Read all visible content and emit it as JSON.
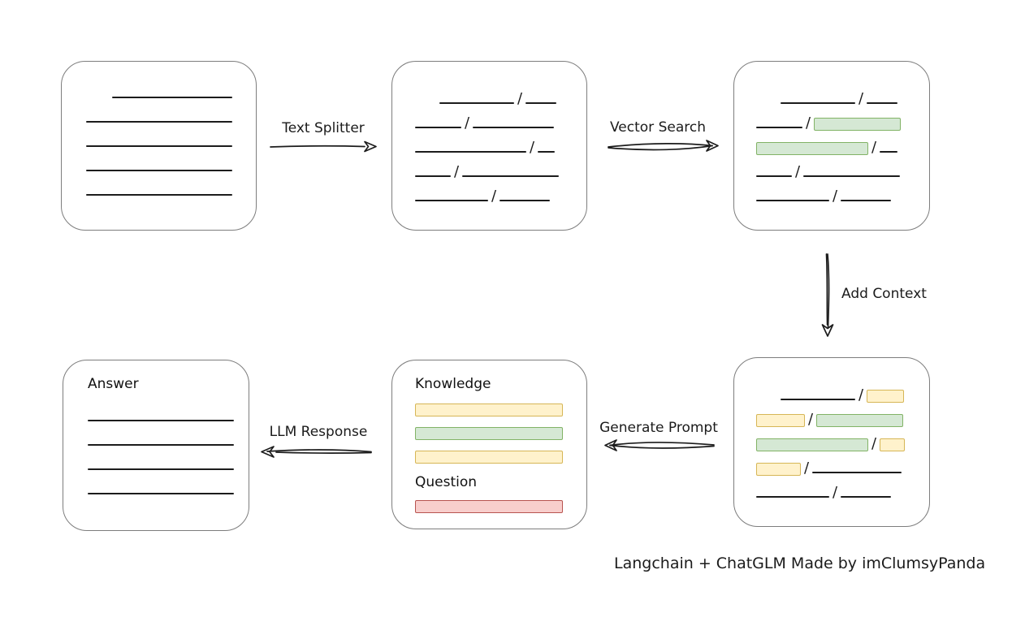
{
  "caption": "Langchain + ChatGLM Made by imClumsyPanda",
  "glyphs": {
    "slash": "/"
  },
  "colors": {
    "green_fill": "#d5e8d4",
    "green_border": "#82b366",
    "yellow_fill": "#fff2cc",
    "yellow_border": "#d6b656",
    "red_fill": "#f8cecc",
    "red_border": "#b85450",
    "box_border": "#7d7d7d",
    "stroke": "#1c1c1c"
  },
  "arrows": {
    "text_splitter": {
      "label": "Text Splitter",
      "direction": "right"
    },
    "vector_search": {
      "label": "Vector Search",
      "direction": "right"
    },
    "add_context": {
      "label": "Add Context",
      "direction": "down"
    },
    "generate_prompt": {
      "label": "Generate Prompt",
      "direction": "left"
    },
    "llm_response": {
      "label": "LLM Response",
      "direction": "left"
    }
  },
  "boxes": {
    "document": {
      "rows": [
        [
          {
            "t": "line",
            "w": 148,
            "ind": 32
          }
        ],
        [
          {
            "t": "line",
            "w": 180
          }
        ],
        [
          {
            "t": "line",
            "w": 180
          }
        ],
        [
          {
            "t": "line",
            "w": 180
          }
        ],
        [
          {
            "t": "line",
            "w": 180
          }
        ]
      ]
    },
    "split_text": {
      "rows": [
        [
          {
            "t": "line",
            "w": 92,
            "ind": 30
          },
          {
            "t": "slash"
          },
          {
            "t": "line",
            "w": 38
          }
        ],
        [
          {
            "t": "line",
            "w": 57
          },
          {
            "t": "slash"
          },
          {
            "t": "line",
            "w": 100
          }
        ],
        [
          {
            "t": "line",
            "w": 137
          },
          {
            "t": "slash"
          },
          {
            "t": "line",
            "w": 21
          }
        ],
        [
          {
            "t": "line",
            "w": 44
          },
          {
            "t": "slash"
          },
          {
            "t": "line",
            "w": 119
          }
        ],
        [
          {
            "t": "line",
            "w": 90
          },
          {
            "t": "slash"
          },
          {
            "t": "line",
            "w": 62
          }
        ]
      ]
    },
    "matched_text": {
      "rows": [
        [
          {
            "t": "line",
            "w": 92,
            "ind": 30
          },
          {
            "t": "slash"
          },
          {
            "t": "line",
            "w": 38
          }
        ],
        [
          {
            "t": "line",
            "w": 57
          },
          {
            "t": "slash"
          },
          {
            "t": "bar",
            "c": "green",
            "w": 107
          }
        ],
        [
          {
            "t": "bar",
            "c": "green",
            "w": 138
          },
          {
            "t": "slash"
          },
          {
            "t": "line",
            "w": 22
          }
        ],
        [
          {
            "t": "line",
            "w": 44
          },
          {
            "t": "slash"
          },
          {
            "t": "line",
            "w": 119
          }
        ],
        [
          {
            "t": "line",
            "w": 90
          },
          {
            "t": "slash"
          },
          {
            "t": "line",
            "w": 62
          }
        ]
      ]
    },
    "context_text": {
      "rows": [
        [
          {
            "t": "line",
            "w": 92,
            "ind": 30
          },
          {
            "t": "slash"
          },
          {
            "t": "bar",
            "c": "yellow",
            "w": 46
          }
        ],
        [
          {
            "t": "bar",
            "c": "yellow",
            "w": 60
          },
          {
            "t": "slash"
          },
          {
            "t": "bar",
            "c": "green",
            "w": 107
          }
        ],
        [
          {
            "t": "bar",
            "c": "green",
            "w": 138
          },
          {
            "t": "slash"
          },
          {
            "t": "bar",
            "c": "yellow",
            "w": 31
          }
        ],
        [
          {
            "t": "bar",
            "c": "yellow",
            "w": 55
          },
          {
            "t": "slash"
          },
          {
            "t": "line",
            "w": 110
          }
        ],
        [
          {
            "t": "line",
            "w": 90
          },
          {
            "t": "slash"
          },
          {
            "t": "line",
            "w": 62
          }
        ]
      ]
    },
    "prompt": {
      "knowledge_label": "Knowledge",
      "question_label": "Question",
      "knowledge_rows": [
        [
          {
            "t": "bar",
            "c": "yellow",
            "w": 182
          }
        ],
        [
          {
            "t": "bar",
            "c": "green",
            "w": 182
          }
        ],
        [
          {
            "t": "bar",
            "c": "yellow",
            "w": 182
          }
        ]
      ],
      "question_rows": [
        [
          {
            "t": "bar",
            "c": "red",
            "w": 182
          }
        ]
      ]
    },
    "answer": {
      "label": "Answer",
      "rows": [
        [
          {
            "t": "line",
            "w": 180
          }
        ],
        [
          {
            "t": "line",
            "w": 180
          }
        ],
        [
          {
            "t": "line",
            "w": 180
          }
        ],
        [
          {
            "t": "line",
            "w": 180
          }
        ]
      ]
    }
  }
}
